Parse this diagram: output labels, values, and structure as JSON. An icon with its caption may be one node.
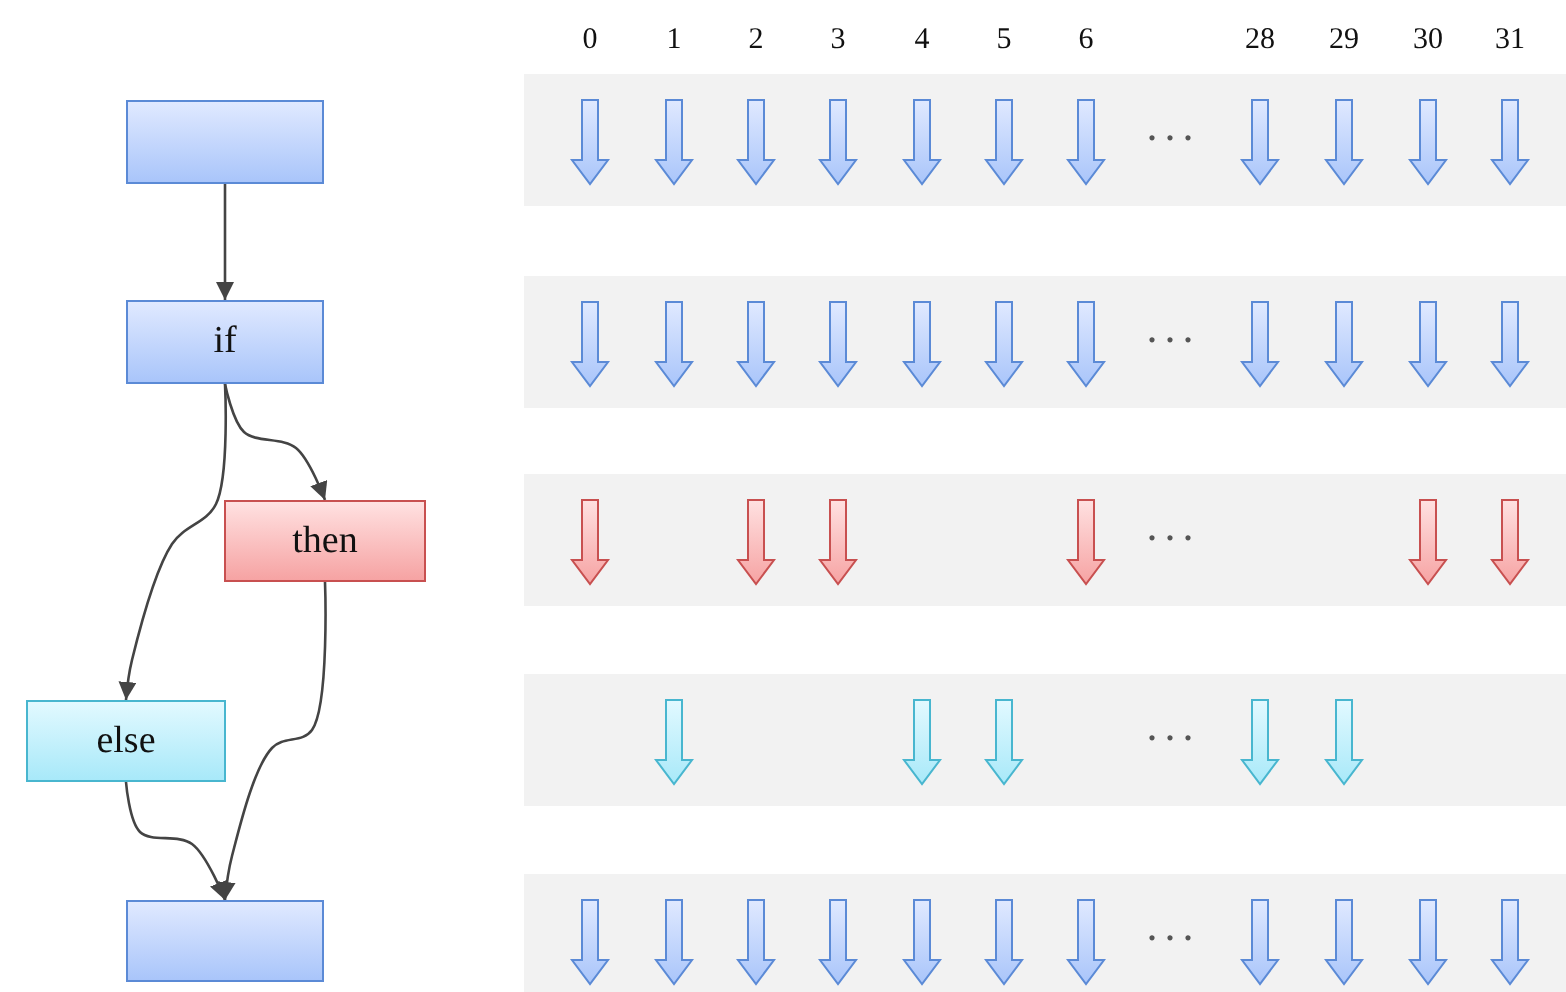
{
  "diagram": {
    "nodes": [
      {
        "text": [],
        "shape": "box"
      },
      {
        "text": [
          "if"
        ]
      },
      {
        "text": [
          "then"
        ]
      },
      {
        "text": [
          "else"
        ]
      },
      {
        "text": [],
        "shape": "box"
      }
    ],
    "edges": [
      {
        "from": 0,
        "to": 1,
        "arrow": "to"
      },
      {
        "from": 1,
        "to": 2,
        "arrow": "to"
      },
      {
        "from": 1,
        "to": 3,
        "arrow": "to"
      },
      {
        "from": 2,
        "to": 4,
        "arrow": "to"
      },
      {
        "from": 3,
        "to": 4,
        "arrow": "to"
      }
    ],
    "labels": [
      "0",
      "1",
      "2",
      "3",
      "4",
      "5",
      "6",
      "28",
      "29",
      "30",
      "31",
      "...",
      "...",
      "...",
      "...",
      "..."
    ]
  }
}
